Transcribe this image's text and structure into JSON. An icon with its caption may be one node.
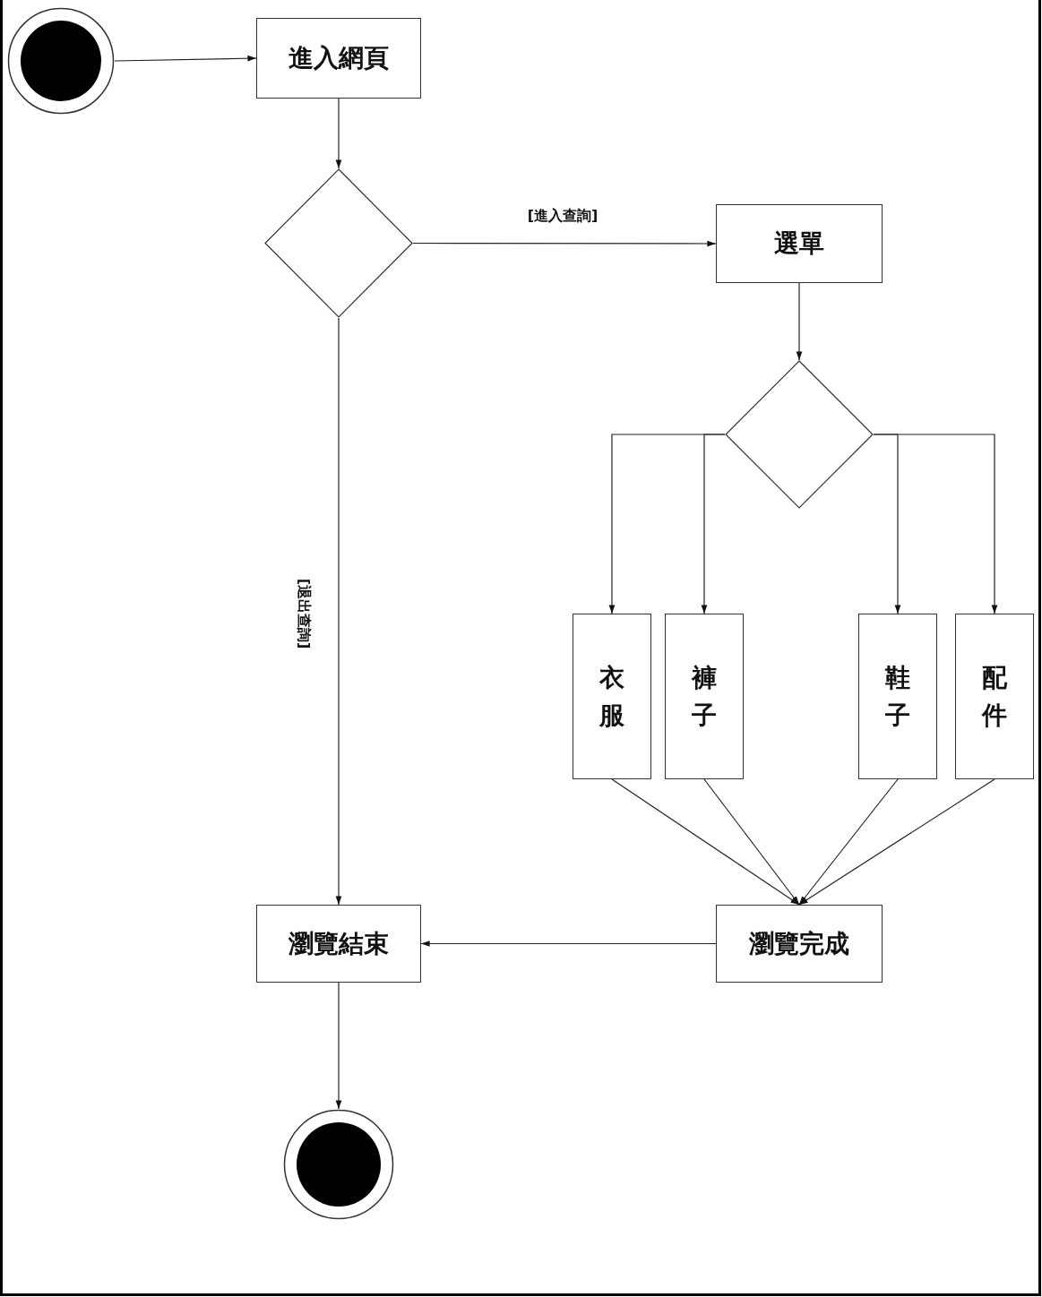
{
  "diagram": {
    "nodes": [
      {
        "text": [],
        "shape": "circle"
      },
      {
        "text": [
          "進入網頁"
        ]
      },
      {
        "text": [],
        "shape": "diamond"
      },
      {
        "text": [
          "選單"
        ]
      },
      {
        "text": [],
        "shape": "diamond"
      },
      {
        "text": [
          "衣服"
        ]
      },
      {
        "text": [
          "褲子"
        ]
      },
      {
        "text": [
          "鞋子"
        ]
      },
      {
        "text": [
          "配件"
        ]
      },
      {
        "text": [
          "瀏覽結束"
        ]
      },
      {
        "text": [
          "瀏覽完成"
        ]
      },
      {
        "text": [],
        "shape": "circle"
      }
    ],
    "edges": [
      {
        "from": 0,
        "to": 1,
        "arrow": "to"
      },
      {
        "from": 1,
        "to": 2,
        "arrow": "to"
      },
      {
        "from": 2,
        "to": 3,
        "arrow": "to",
        "label": "[進入查詢]"
      },
      {
        "from": 2,
        "to": 9,
        "arrow": "to",
        "label": "[退出查詢]"
      },
      {
        "from": 3,
        "to": 4,
        "arrow": "to"
      },
      {
        "from": 4,
        "to": 5,
        "arrow": "to"
      },
      {
        "from": 4,
        "to": 6,
        "arrow": "to"
      },
      {
        "from": 4,
        "to": 7,
        "arrow": "to"
      },
      {
        "from": 4,
        "to": 8,
        "arrow": "to"
      },
      {
        "from": 5,
        "to": 10,
        "arrow": "to"
      },
      {
        "from": 6,
        "to": 10,
        "arrow": "to"
      },
      {
        "from": 7,
        "to": 10,
        "arrow": "to"
      },
      {
        "from": 8,
        "to": 10,
        "arrow": "to"
      },
      {
        "from": 10,
        "to": 9,
        "arrow": "to"
      },
      {
        "from": 9,
        "to": 11,
        "arrow": "to"
      }
    ]
  }
}
